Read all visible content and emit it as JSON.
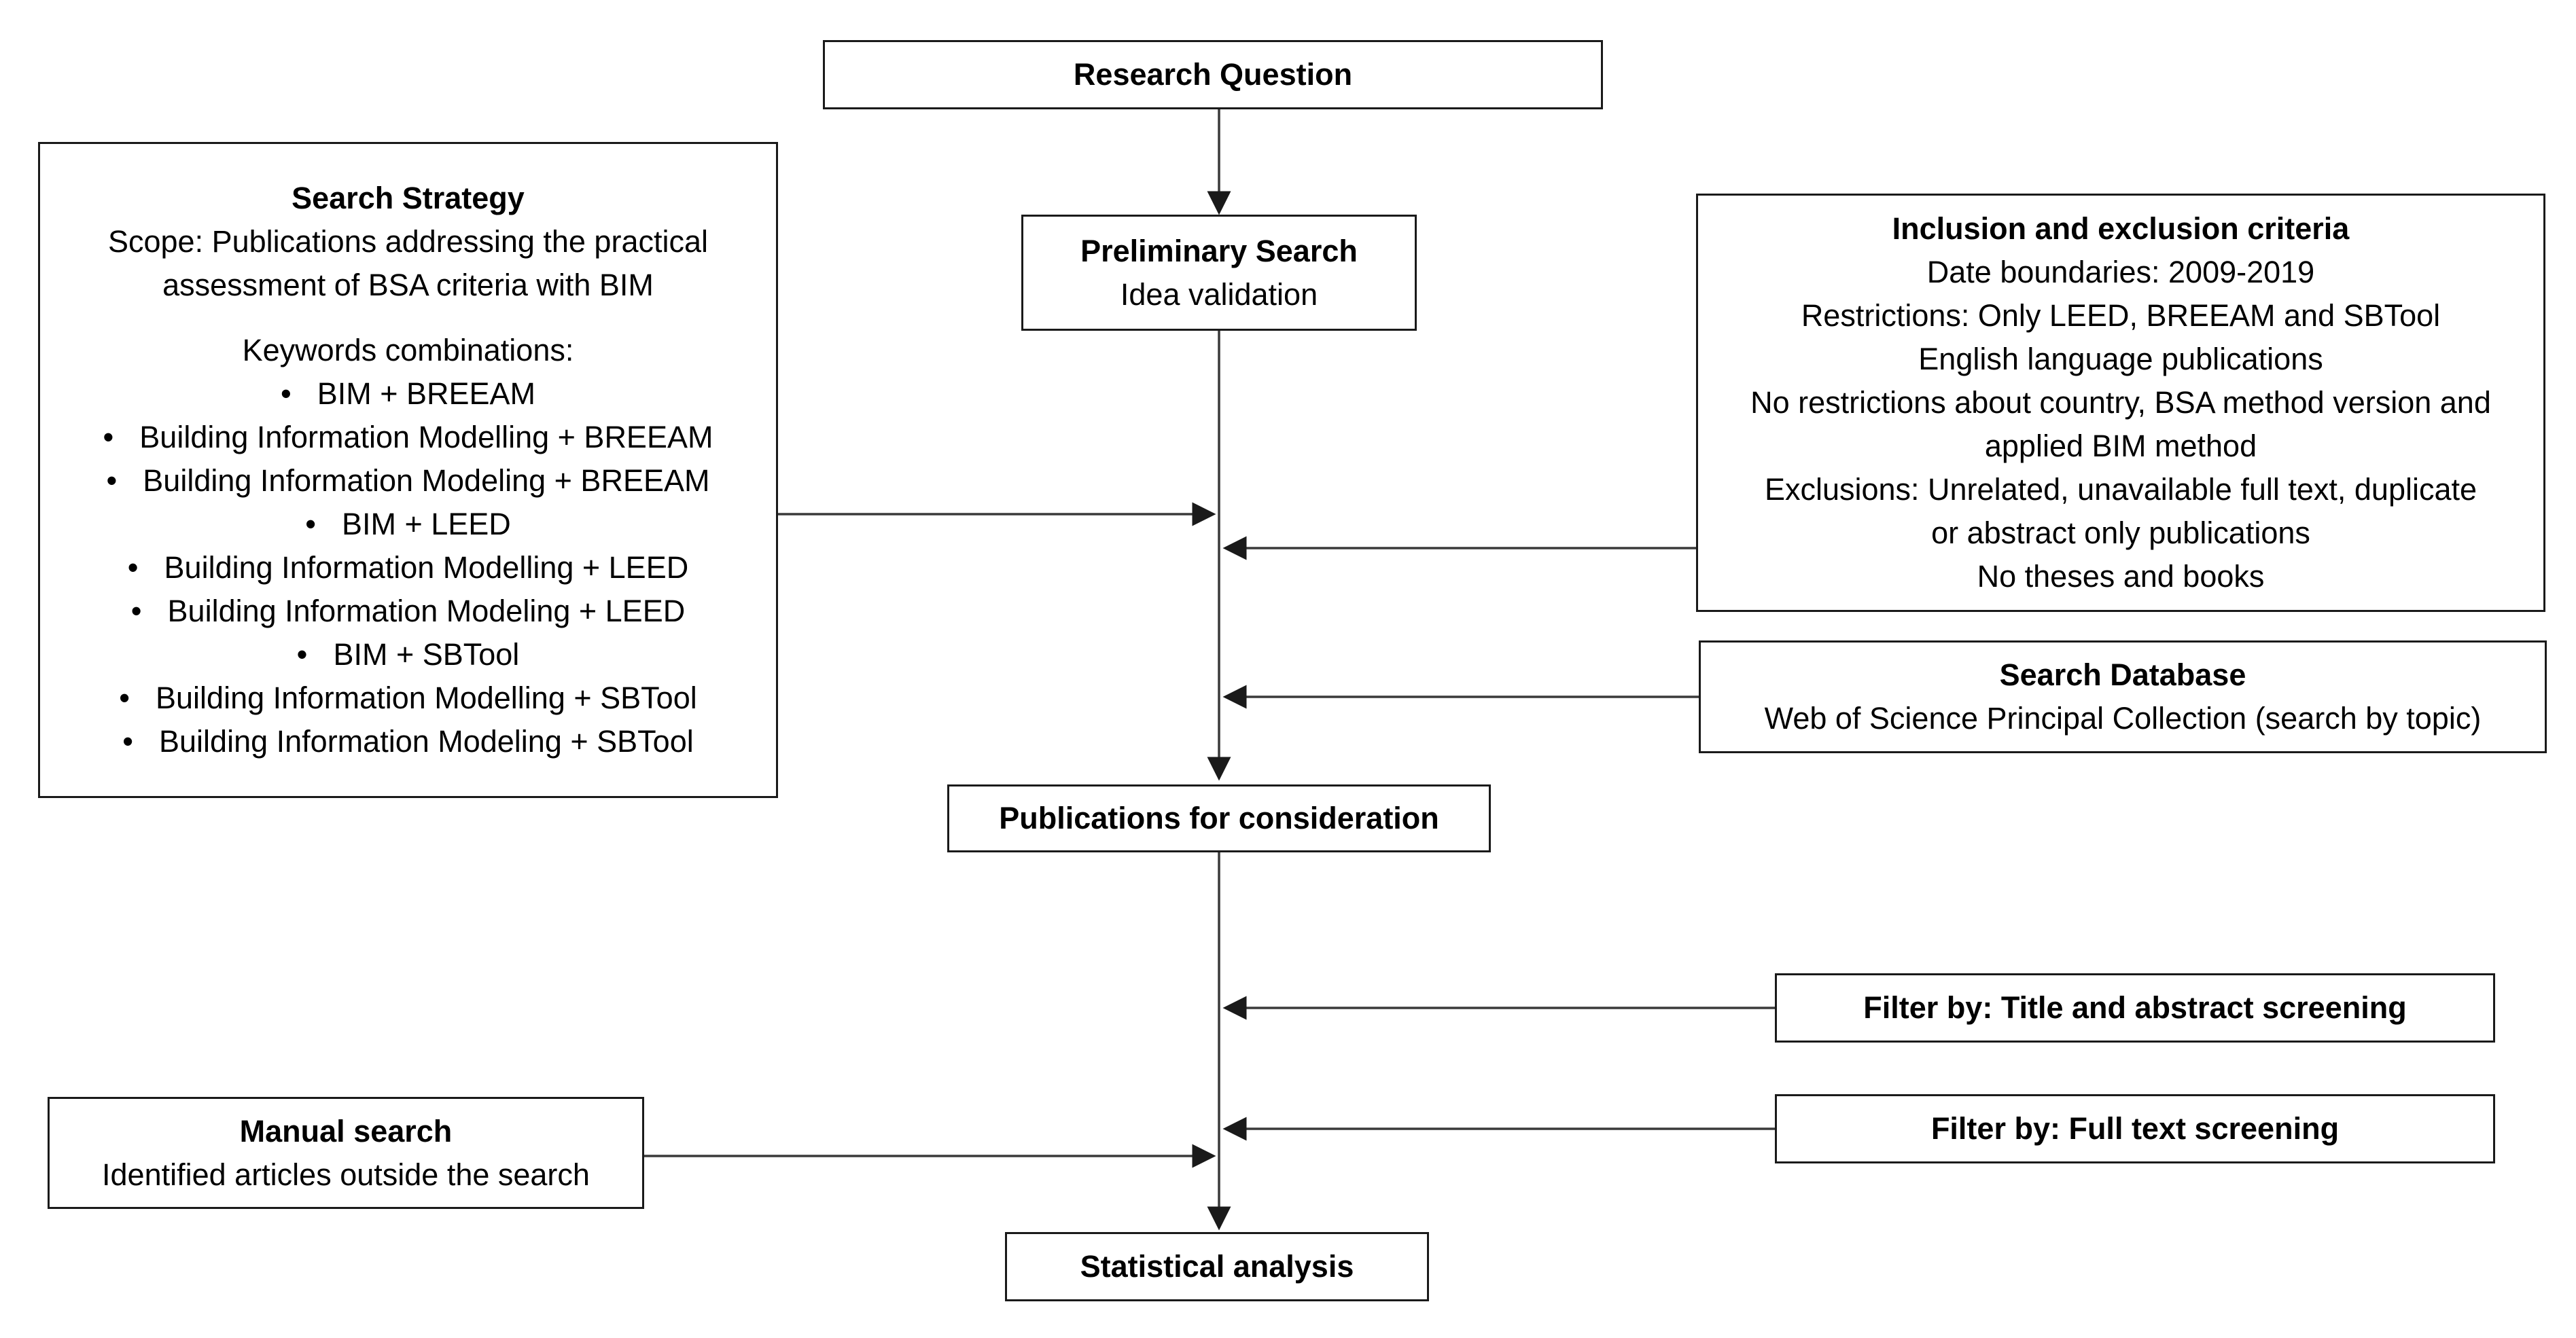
{
  "research_question": {
    "title": "Research Question"
  },
  "preliminary_search": {
    "title": "Preliminary Search",
    "subtitle": "Idea validation"
  },
  "search_strategy": {
    "title": "Search Strategy",
    "scope_lines": [
      "Scope: Publications addressing the practical",
      "assessment of BSA criteria with BIM"
    ],
    "keywords_heading": "Keywords combinations:",
    "keywords": [
      "BIM + BREEAM",
      "Building Information Modelling + BREEAM",
      "Building Information Modeling + BREEAM",
      "BIM + LEED",
      "Building Information Modelling + LEED",
      "Building Information Modeling + LEED",
      "BIM + SBTool",
      "Building Information Modelling + SBTool",
      "Building Information Modeling + SBTool"
    ]
  },
  "inclusion_exclusion": {
    "title": "Inclusion and exclusion criteria",
    "lines": [
      "Date boundaries: 2009-2019",
      "Restrictions: Only LEED, BREEAM and SBTool",
      "English language publications",
      "No restrictions about country, BSA method version and",
      "applied BIM method",
      "Exclusions: Unrelated, unavailable full text, duplicate",
      "or abstract only publications",
      "No theses and books"
    ]
  },
  "search_database": {
    "title": "Search Database",
    "subtitle": "Web of Science Principal Collection (search by topic)"
  },
  "publications": {
    "title": "Publications for consideration"
  },
  "filter_title_abstract": {
    "title": "Filter by: Title and abstract screening"
  },
  "filter_full_text": {
    "title": "Filter by: Full text screening"
  },
  "manual_search": {
    "title": "Manual search",
    "subtitle": "Identified articles outside the search"
  },
  "statistical_analysis": {
    "title": "Statistical analysis"
  },
  "colors": {
    "border": "#1a1a1a",
    "connector": "#3a3a3a",
    "background": "#ffffff"
  }
}
